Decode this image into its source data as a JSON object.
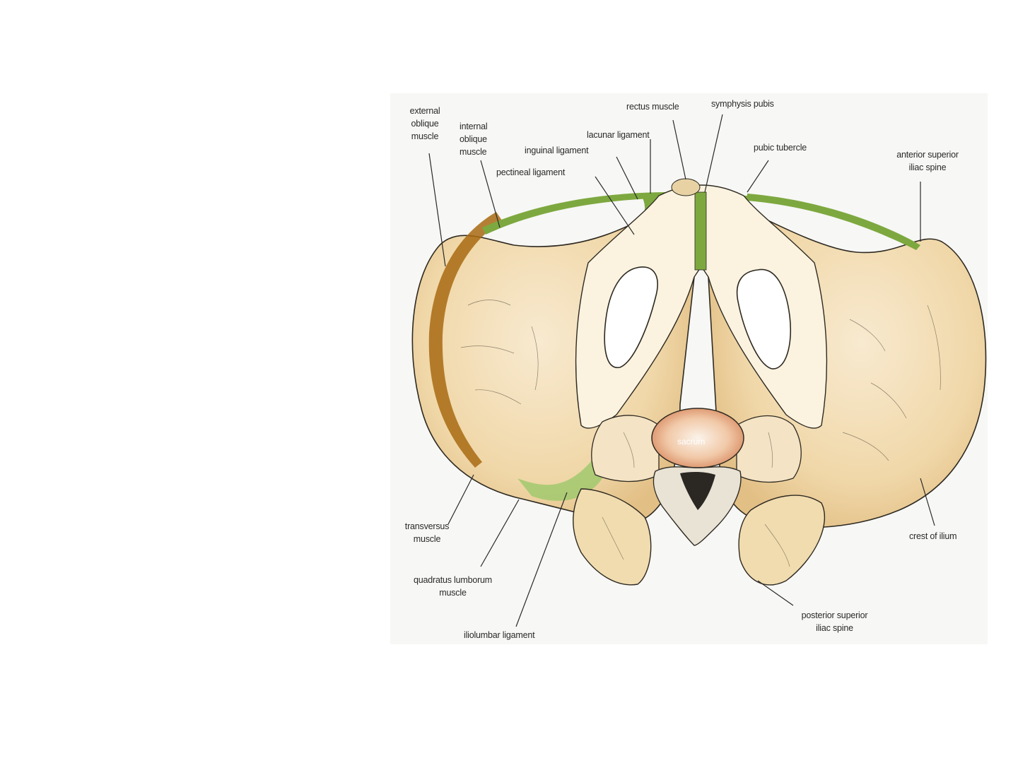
{
  "figure": {
    "colors": {
      "bone": "#f2dcb0",
      "bone_shadow": "#d9b47c",
      "ligament_green": "#7da83f",
      "muscle_brown": "#a86a12",
      "quadratus_tan": "#efcf98",
      "outline": "#2e2a22",
      "sacrum_pink": "#e3a07a"
    },
    "labels": {
      "external_oblique": "external\noblique\nmuscle",
      "internal_oblique": "internal\noblique\nmuscle",
      "rectus": "rectus muscle",
      "symphysis": "symphysis pubis",
      "lacunar": "lacunar ligament",
      "inguinal": "inguinal ligament",
      "pectineal": "pectineal ligament",
      "pubic_tubercle": "pubic tubercle",
      "asis": "anterior superior\niliac spine",
      "transversus": "transversus\nmuscle",
      "quadratus": "quadratus lumborum\nmuscle",
      "iliolumbar": "iliolumbar ligament",
      "psis": "posterior superior\niliac spine",
      "crest": "crest of ilium",
      "sacrum": "sacrum"
    }
  }
}
